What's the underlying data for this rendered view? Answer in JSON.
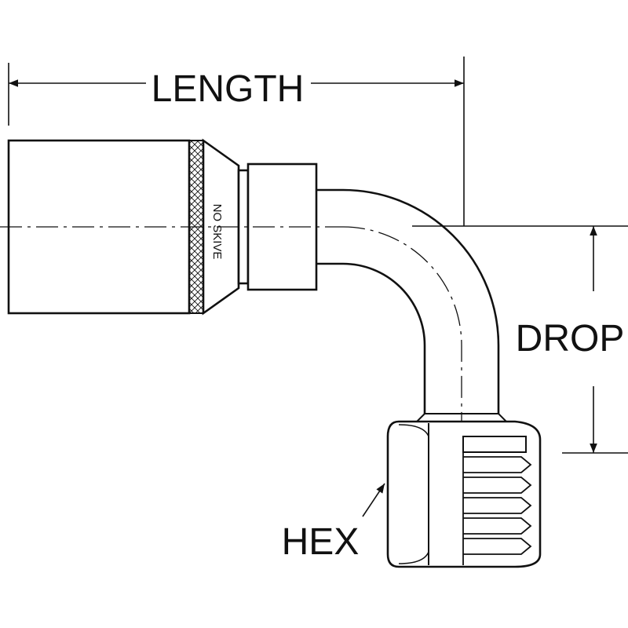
{
  "labels": {
    "length": "LENGTH",
    "drop": "DROP",
    "hex": "HEX",
    "no_skive": "NO SKIVE"
  },
  "colors": {
    "line": "#111111",
    "background": "#ffffff"
  }
}
